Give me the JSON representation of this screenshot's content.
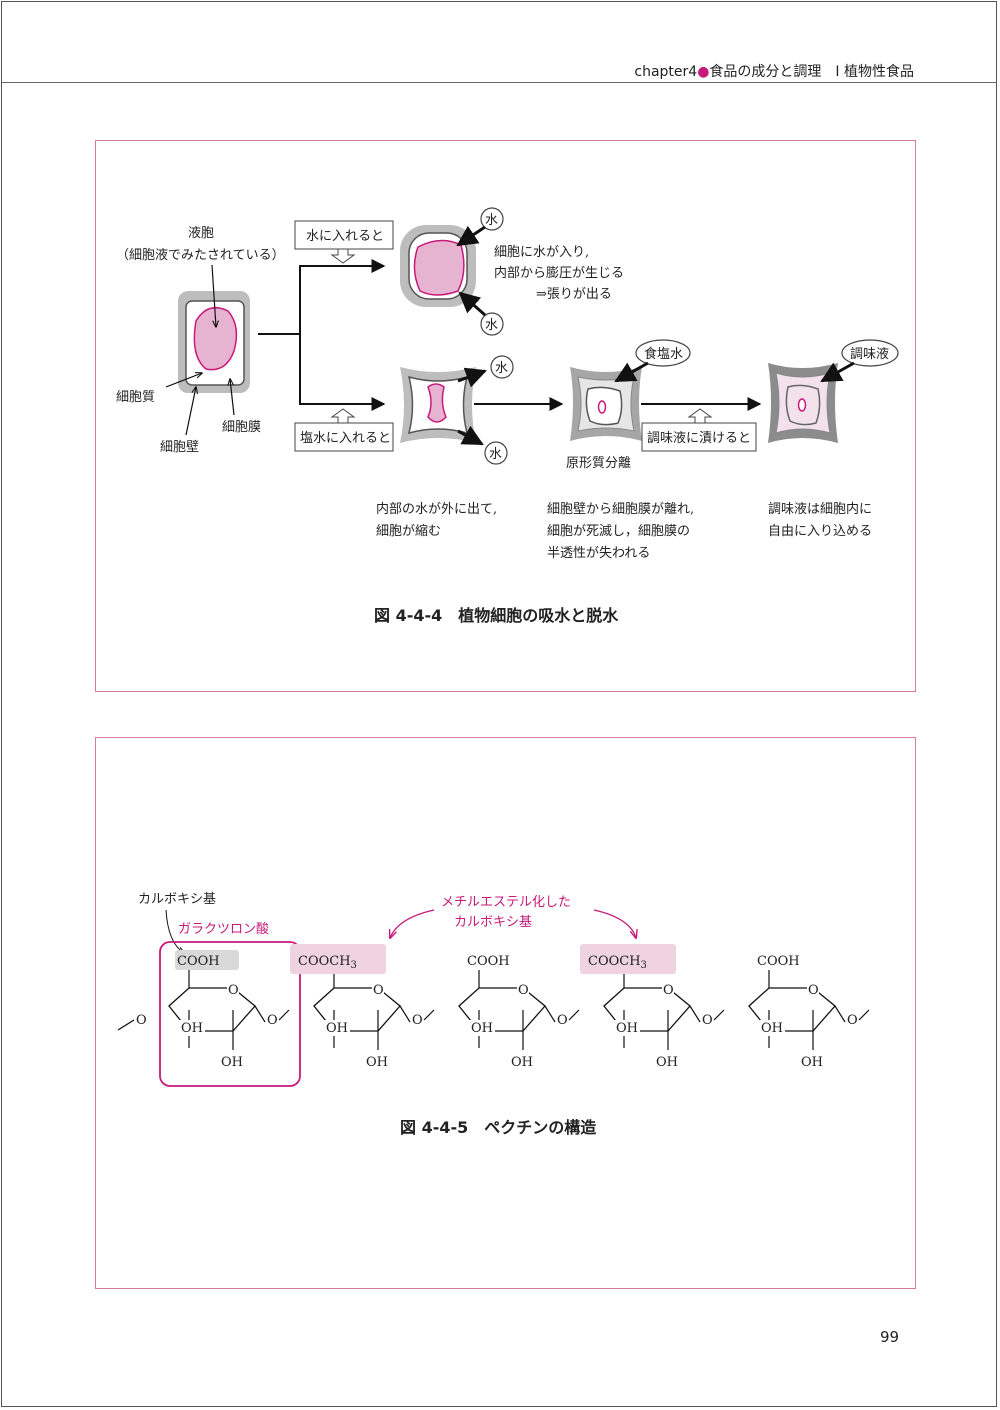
{
  "header": {
    "chapter": "chapter4",
    "bullet": "●",
    "title": "食品の成分と調理",
    "section": "Ⅰ 植物性食品"
  },
  "figure1": {
    "caption": "図 4-4-4　植物細胞の吸水と脱水",
    "vacuole_label": "液胞",
    "vacuole_sublabel": "（細胞液でみたされている）",
    "cytoplasm_label": "細胞質",
    "cell_wall_label": "細胞壁",
    "cell_membrane_label": "細胞膜",
    "water_box": "水に入れると",
    "saltwater_box": "塩水に入れると",
    "seasoning_box": "調味液に漬けると",
    "water_mark": "水",
    "salt_bubble": "食塩水",
    "seasoning_bubble": "調味液",
    "plasmolysis_label": "原形質分離",
    "water_desc": [
      "細胞に水が入り,",
      "内部から膨圧が生じる",
      "⇒張りが出る"
    ],
    "desc_shrink": [
      "内部の水が外に出て,",
      "細胞が縮む"
    ],
    "desc_separate": [
      "細胞壁から細胞膜が離れ,",
      "細胞が死滅し，細胞膜の",
      "半透性が失われる"
    ],
    "desc_enter": [
      "調味液は細胞内に",
      "自由に入り込める"
    ]
  },
  "figure2": {
    "caption": "図 4-4-5　ペクチンの構造",
    "carboxyl_label": "カルボキシ基",
    "galacturonic_label": "ガラクツロン酸",
    "methyl_label": [
      "メチルエステル化した",
      "カルボキシ基"
    ],
    "cooh": "COOH",
    "cooch3": "COOCH",
    "cooch3_sub": "3",
    "ring_o": "O",
    "oh": "OH",
    "link_o": "O"
  },
  "page_number": "99",
  "colors": {
    "accent": "#c8197a",
    "frame": "#d87aa6",
    "highlight_pink": "#efd3e0",
    "highlight_gray": "#d9d9d9",
    "vacuole_fill": "#e6b4d0"
  }
}
